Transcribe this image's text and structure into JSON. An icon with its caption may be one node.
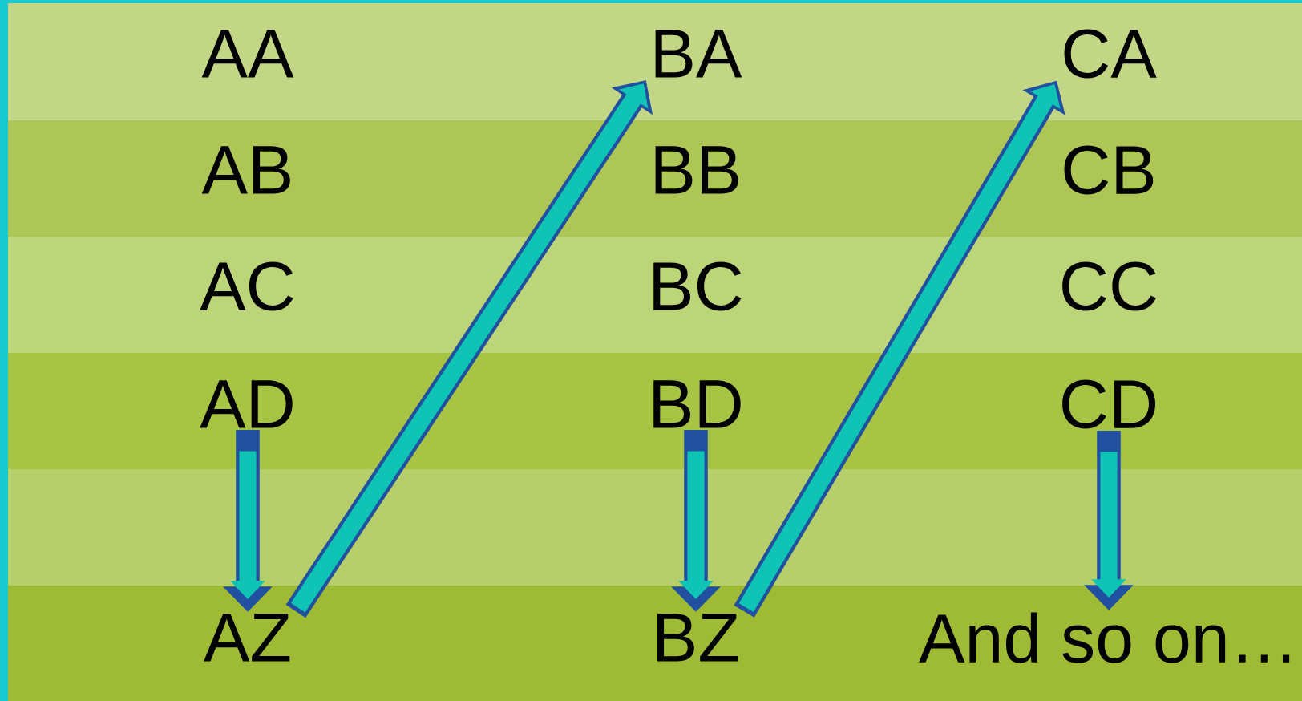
{
  "diagram": {
    "nodes": [
      {
        "text": [
          "AA"
        ]
      },
      {
        "text": [
          "BA"
        ]
      },
      {
        "text": [
          "CA"
        ]
      },
      {
        "text": [
          "AB"
        ]
      },
      {
        "text": [
          "BB"
        ]
      },
      {
        "text": [
          "CB"
        ]
      },
      {
        "text": [
          "AC"
        ]
      },
      {
        "text": [
          "BC"
        ]
      },
      {
        "text": [
          "CC"
        ]
      },
      {
        "text": [
          "AD"
        ]
      },
      {
        "text": [
          "BD"
        ]
      },
      {
        "text": [
          "CD"
        ]
      },
      {
        "text": [
          "AZ"
        ]
      },
      {
        "text": [
          "BZ"
        ]
      },
      {
        "text": [
          "And so on…"
        ]
      }
    ],
    "edges": [
      {
        "from": 9,
        "to": 12,
        "arrow": "to"
      },
      {
        "from": 12,
        "to": 1,
        "arrow": "to"
      },
      {
        "from": 10,
        "to": 13,
        "arrow": "to"
      },
      {
        "from": 13,
        "to": 2,
        "arrow": "to"
      },
      {
        "from": 11,
        "to": 14,
        "arrow": "to"
      }
    ]
  }
}
